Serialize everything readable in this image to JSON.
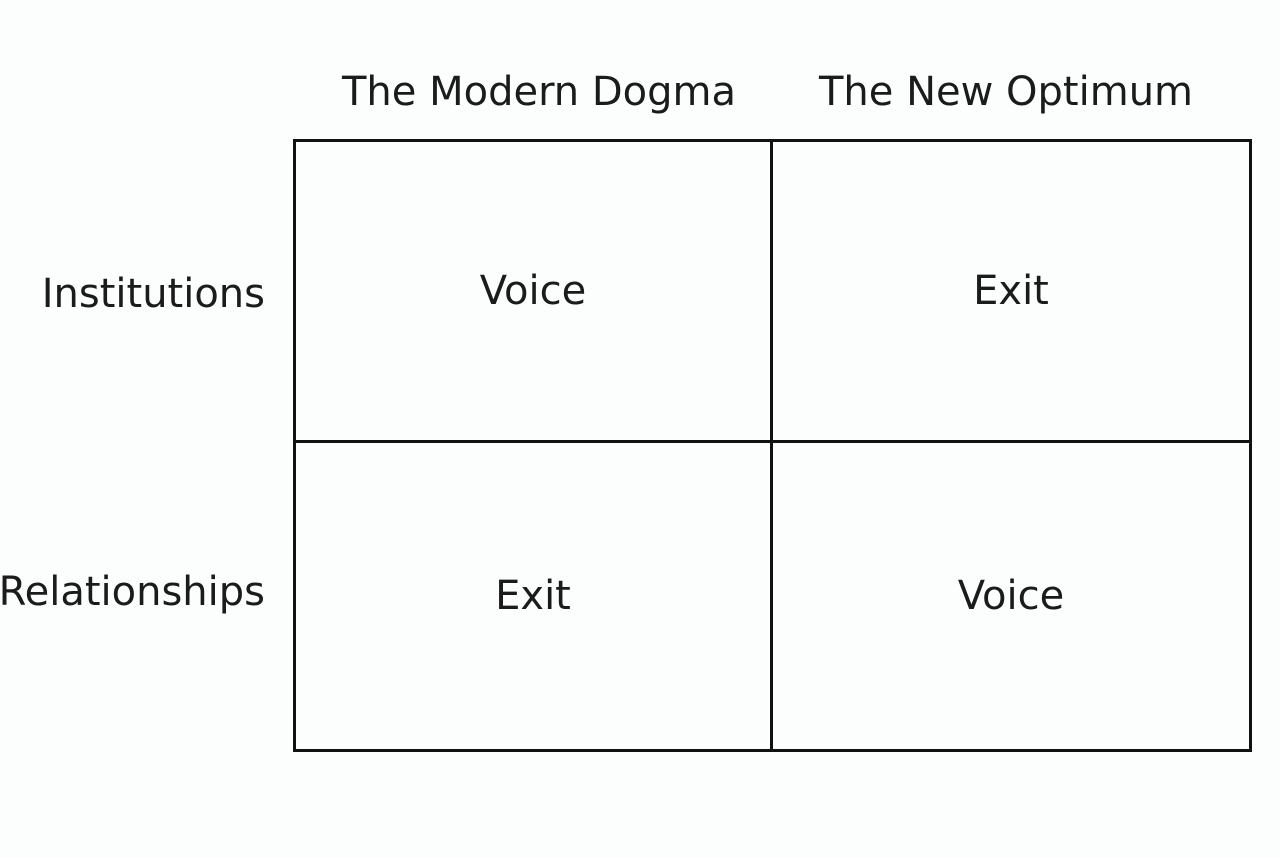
{
  "columns": [
    "The Modern Dogma",
    "The New Optimum"
  ],
  "rows": [
    "Institutions",
    "Relationships"
  ],
  "cells": [
    [
      "Voice",
      "Exit"
    ],
    [
      "Exit",
      "Voice"
    ]
  ]
}
